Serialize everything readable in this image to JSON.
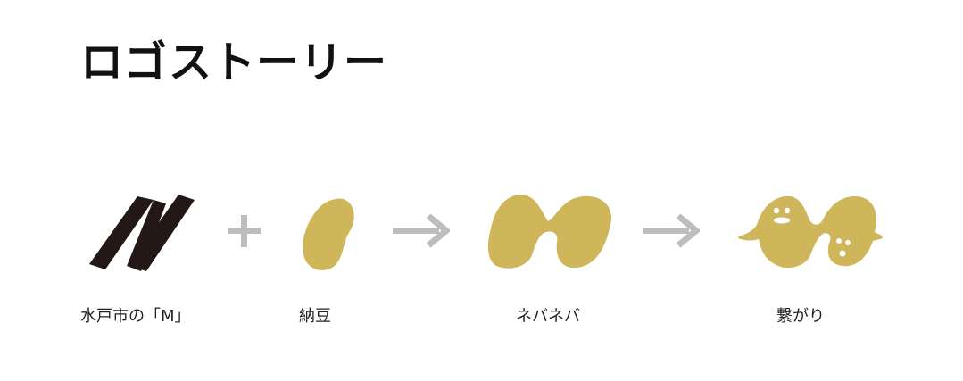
{
  "title": "ロゴストーリー",
  "colors": {
    "bean": "#d0b65a",
    "m_letter": "#231816",
    "operator": "#bdbdbd"
  },
  "steps": [
    {
      "caption": "水戸市の「M」",
      "icon": "letter-m-icon"
    },
    {
      "caption": "納豆",
      "icon": "natto-bean-icon"
    },
    {
      "caption": "ネバネバ",
      "icon": "sticky-m-icon"
    },
    {
      "caption": "繋がり",
      "icon": "connected-beans-icon"
    }
  ],
  "operators": [
    "plus",
    "arrow",
    "arrow"
  ]
}
